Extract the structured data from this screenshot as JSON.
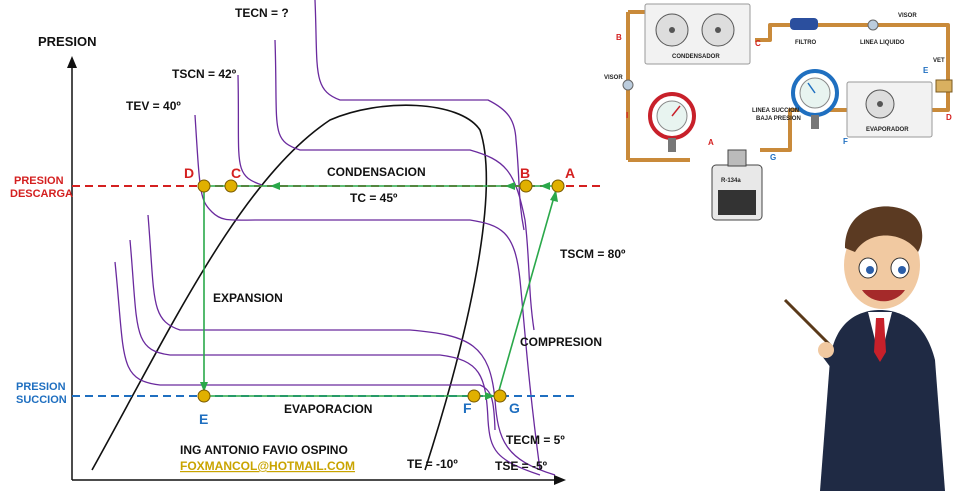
{
  "diagram": {
    "axis_label": "PRESION",
    "pressure_discharge": [
      "PRESION",
      "DESCARGA"
    ],
    "pressure_suction": [
      "PRESION",
      "SUCCION"
    ],
    "isotherms": {
      "tecn": "TECN = ?",
      "tscn": "TSCN = 42º",
      "tev": "TEV = 40º",
      "tscm": "TSCM = 80º",
      "tecm": "TECM = 5º",
      "tse": "TSE = -5º",
      "te": "TE = -10º",
      "tc": "TC = 45º"
    },
    "processes": {
      "condensation": "CONDENSACION",
      "expansion": "EXPANSION",
      "compression": "COMPRESION",
      "evaporation": "EVAPORACION"
    },
    "points": {
      "a": "A",
      "b": "B",
      "c": "C",
      "d": "D",
      "e": "E",
      "f": "F",
      "g": "G"
    },
    "author": "ING ANTONIO FAVIO OSPINO",
    "email": "FOXMANCOL@HOTMAIL.COM"
  },
  "system": {
    "condenser": "CONDENSADOR",
    "filter": "FILTRO",
    "liquid_line": "LINEA LIQUIDO",
    "sight_glass": "VISOR",
    "sight_glass_2": "VISOR",
    "valve": "VET",
    "evaporator": "EVAPORADOR",
    "suction_line": [
      "LINEA SUCCION",
      "BAJA PRESION"
    ],
    "refrigerant": "R-134a",
    "letters": {
      "a": "A",
      "b": "B",
      "c": "C",
      "d": "D",
      "e": "E",
      "f": "F",
      "g": "G",
      "i": "I"
    }
  },
  "colors": {
    "discharge": "#d42020",
    "suction": "#1f6fc0",
    "isotherm": "#6a2a9e",
    "process": "#2aa84a",
    "dome": "#111111",
    "point": "#e0b000",
    "email": "#c9a400",
    "pipe": "#c98a3a"
  },
  "cartoon": {
    "icon": "presenter-character-icon"
  }
}
